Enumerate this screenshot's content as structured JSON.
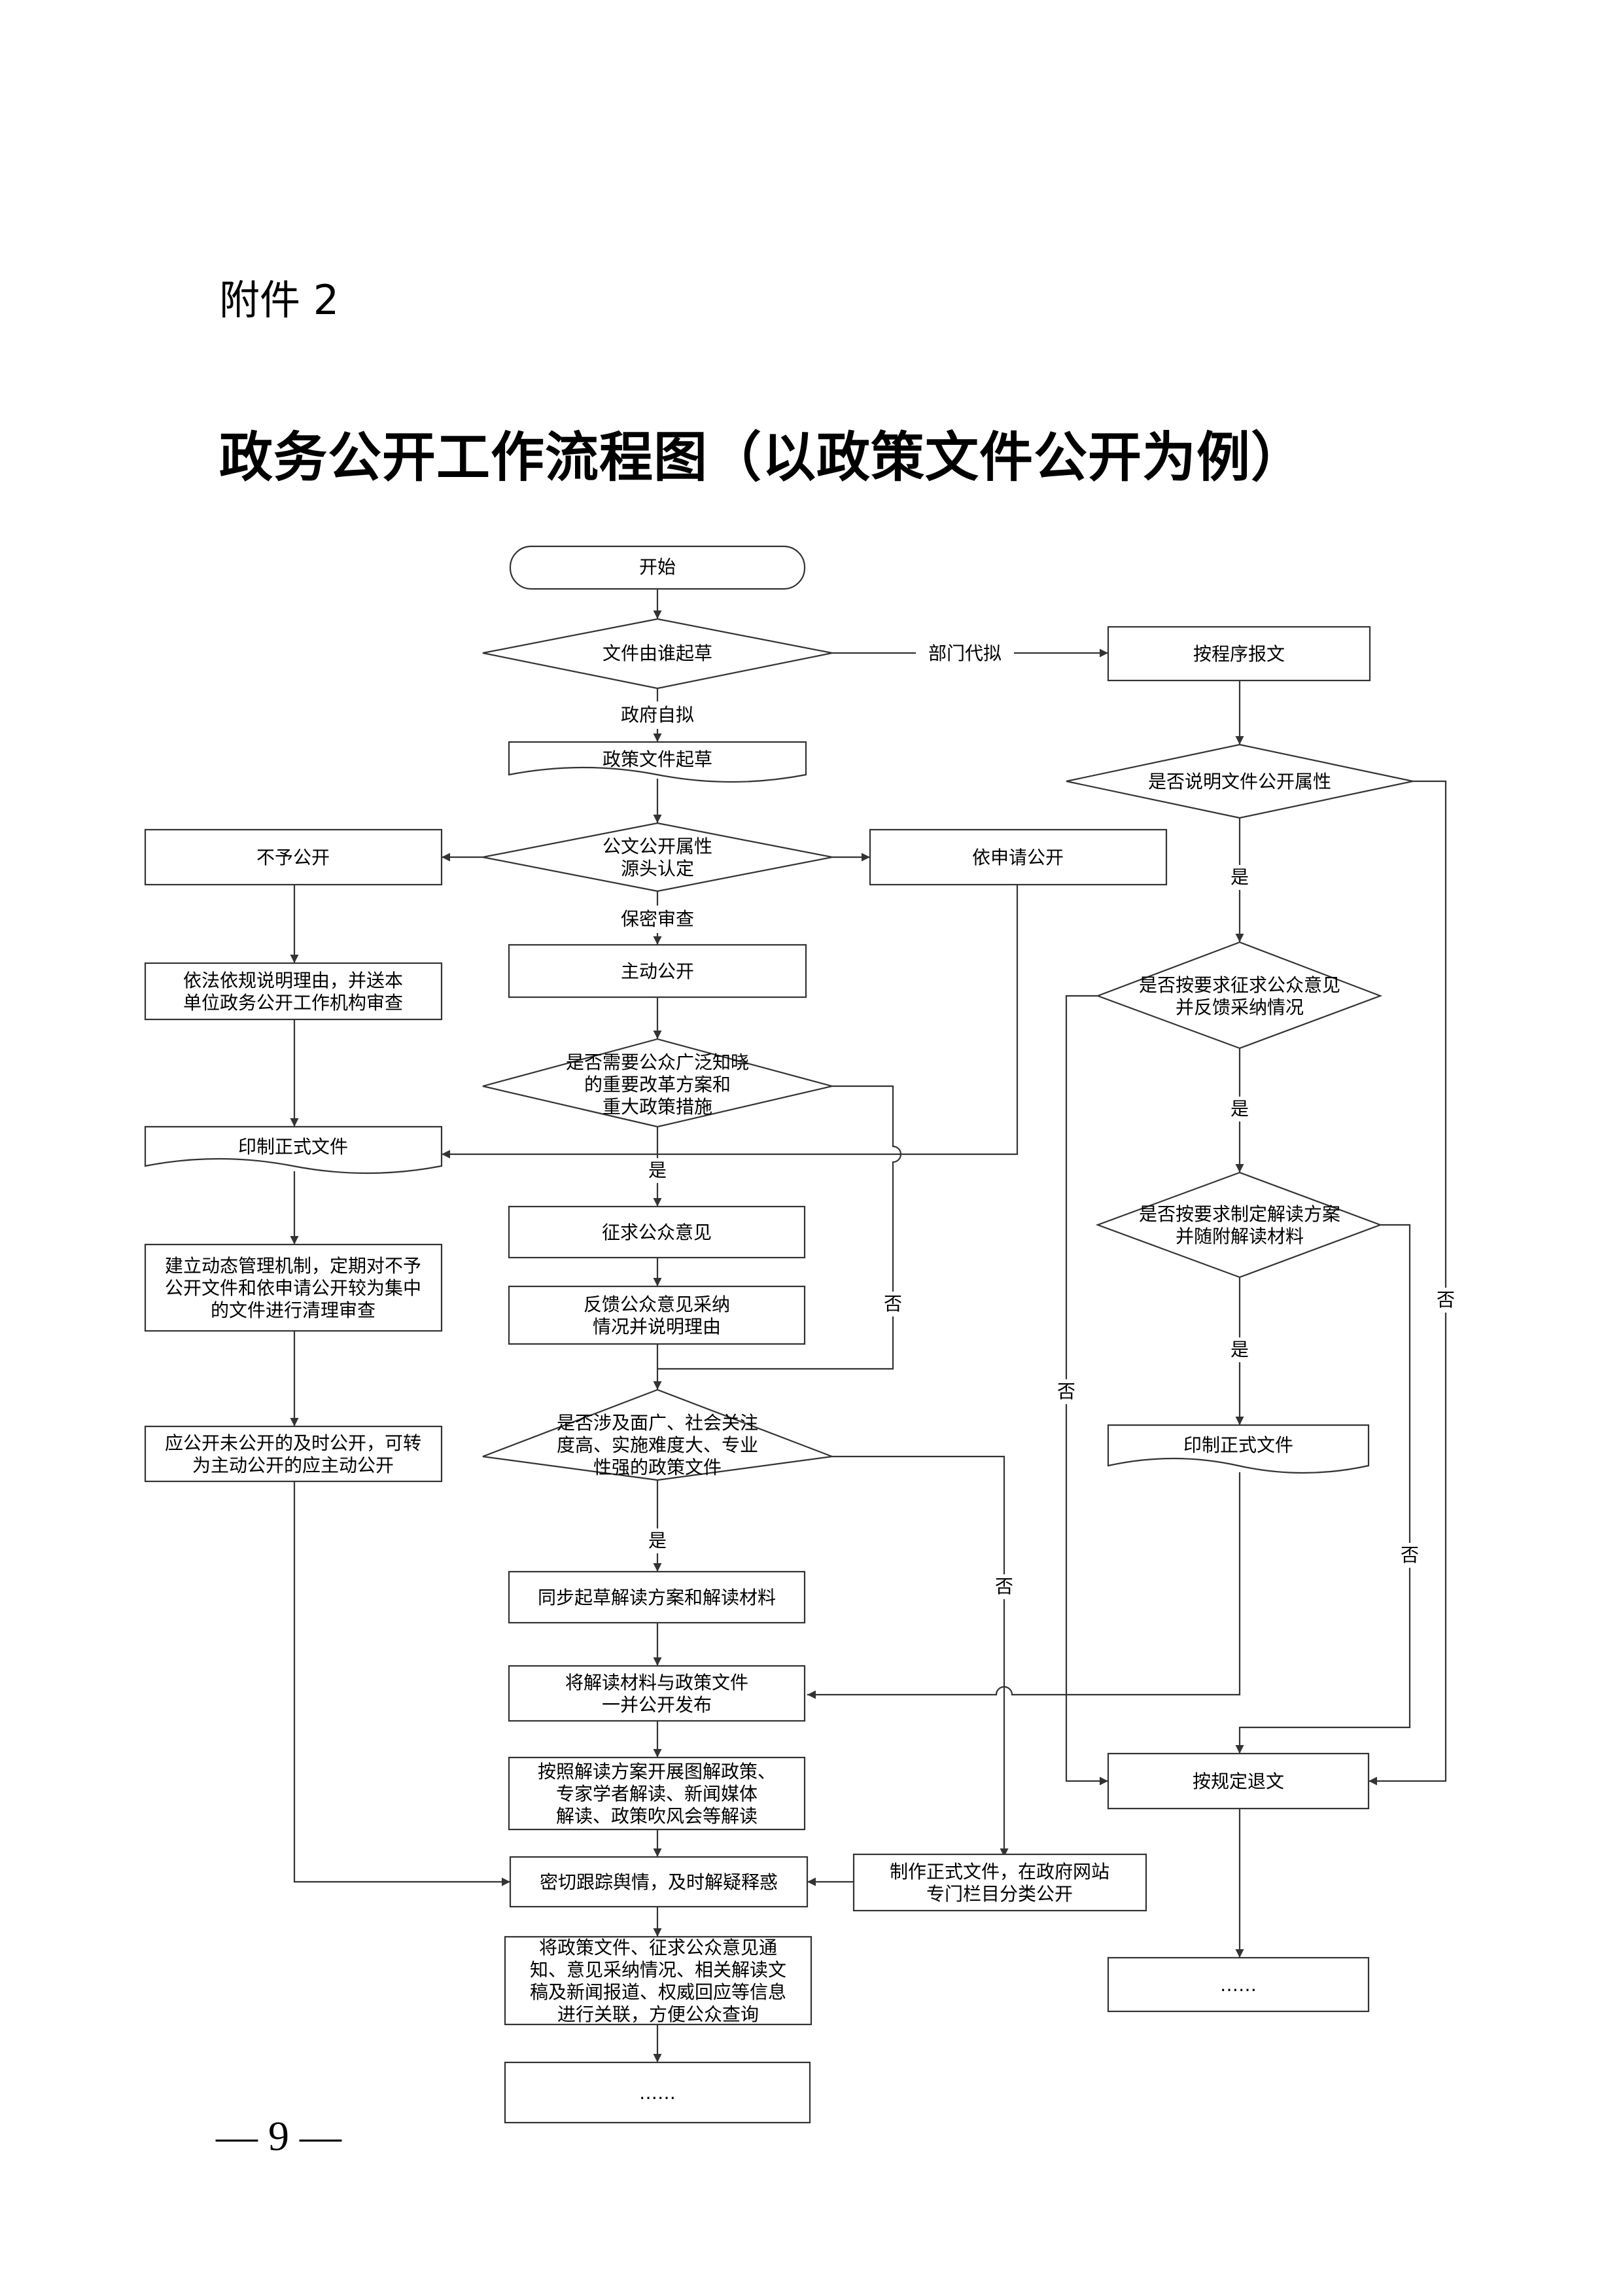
{
  "header": {
    "attachment_label": "附件 2",
    "title": "政务公开工作流程图（以政策文件公开为例）"
  },
  "flow": {
    "start": "开始",
    "q_drafter": [
      "文件由谁起草"
    ],
    "lbl_dept": "部门代拟",
    "submit_proc": [
      "按程序报文"
    ],
    "lbl_gov": "政府自拟",
    "draft": [
      "政策文件起草"
    ],
    "q_attr_source": [
      "公文公开属性",
      "源头认定"
    ],
    "no_disclose": [
      "不予公开"
    ],
    "on_request": [
      "依申请公开"
    ],
    "lbl_secrecy": "保密审查",
    "active": [
      "主动公开"
    ],
    "explain_reason": [
      "依法依规说明理由，并送本",
      "单位政务公开工作机构审查"
    ],
    "q_public": [
      "是否需要公众广泛知晓",
      "的重要改革方案和",
      "重大政策措施"
    ],
    "print_left": [
      "印制正式文件"
    ],
    "solicit": [
      "征求公众意见"
    ],
    "feedback": [
      "反馈公众意见采纳",
      "情况并说明理由"
    ],
    "dynamic": [
      "建立动态管理机制，定期对不予",
      "公开文件和依申请公开较为集中",
      "的文件进行清理审查"
    ],
    "timely": [
      "应公开未公开的及时公开，可转",
      "为主动公开的应主动公开"
    ],
    "q_wide": [
      "是否涉及面广、社会关注",
      "度高、实施难度大、专业",
      "性强的政策文件"
    ],
    "sync_draft": [
      "同步起草解读方案和解读材料"
    ],
    "release_together": [
      "将解读材料与政策文件",
      "一并公开发布"
    ],
    "interpret": [
      "按照解读方案开展图解政策、",
      "专家学者解读、新闻媒体",
      "解读、政策吹风会等解读"
    ],
    "track": [
      "密切跟踪舆情，及时解疑释惑"
    ],
    "make_formal": [
      "制作正式文件，在政府网站",
      "专门栏目分类公开"
    ],
    "link": [
      "将政策文件、征求公众意见通",
      "知、意见采纳情况、相关解读文",
      "稿及新闻报道、权威回应等信息",
      "进行关联，方便公众查询"
    ],
    "more_left": [
      "……"
    ],
    "q_attr_stated": [
      "是否说明文件公开属性"
    ],
    "q_solicit_req": [
      "是否按要求征求公众意见",
      "并反馈采纳情况"
    ],
    "q_interp_req": [
      "是否按要求制定解读方案",
      "并随附解读材料"
    ],
    "print_right": [
      "印制正式文件"
    ],
    "return_doc": [
      "按规定退文"
    ],
    "more_right": [
      "……"
    ],
    "yes": "是",
    "no": "否"
  },
  "footer": {
    "page_number": "— 9 —"
  }
}
